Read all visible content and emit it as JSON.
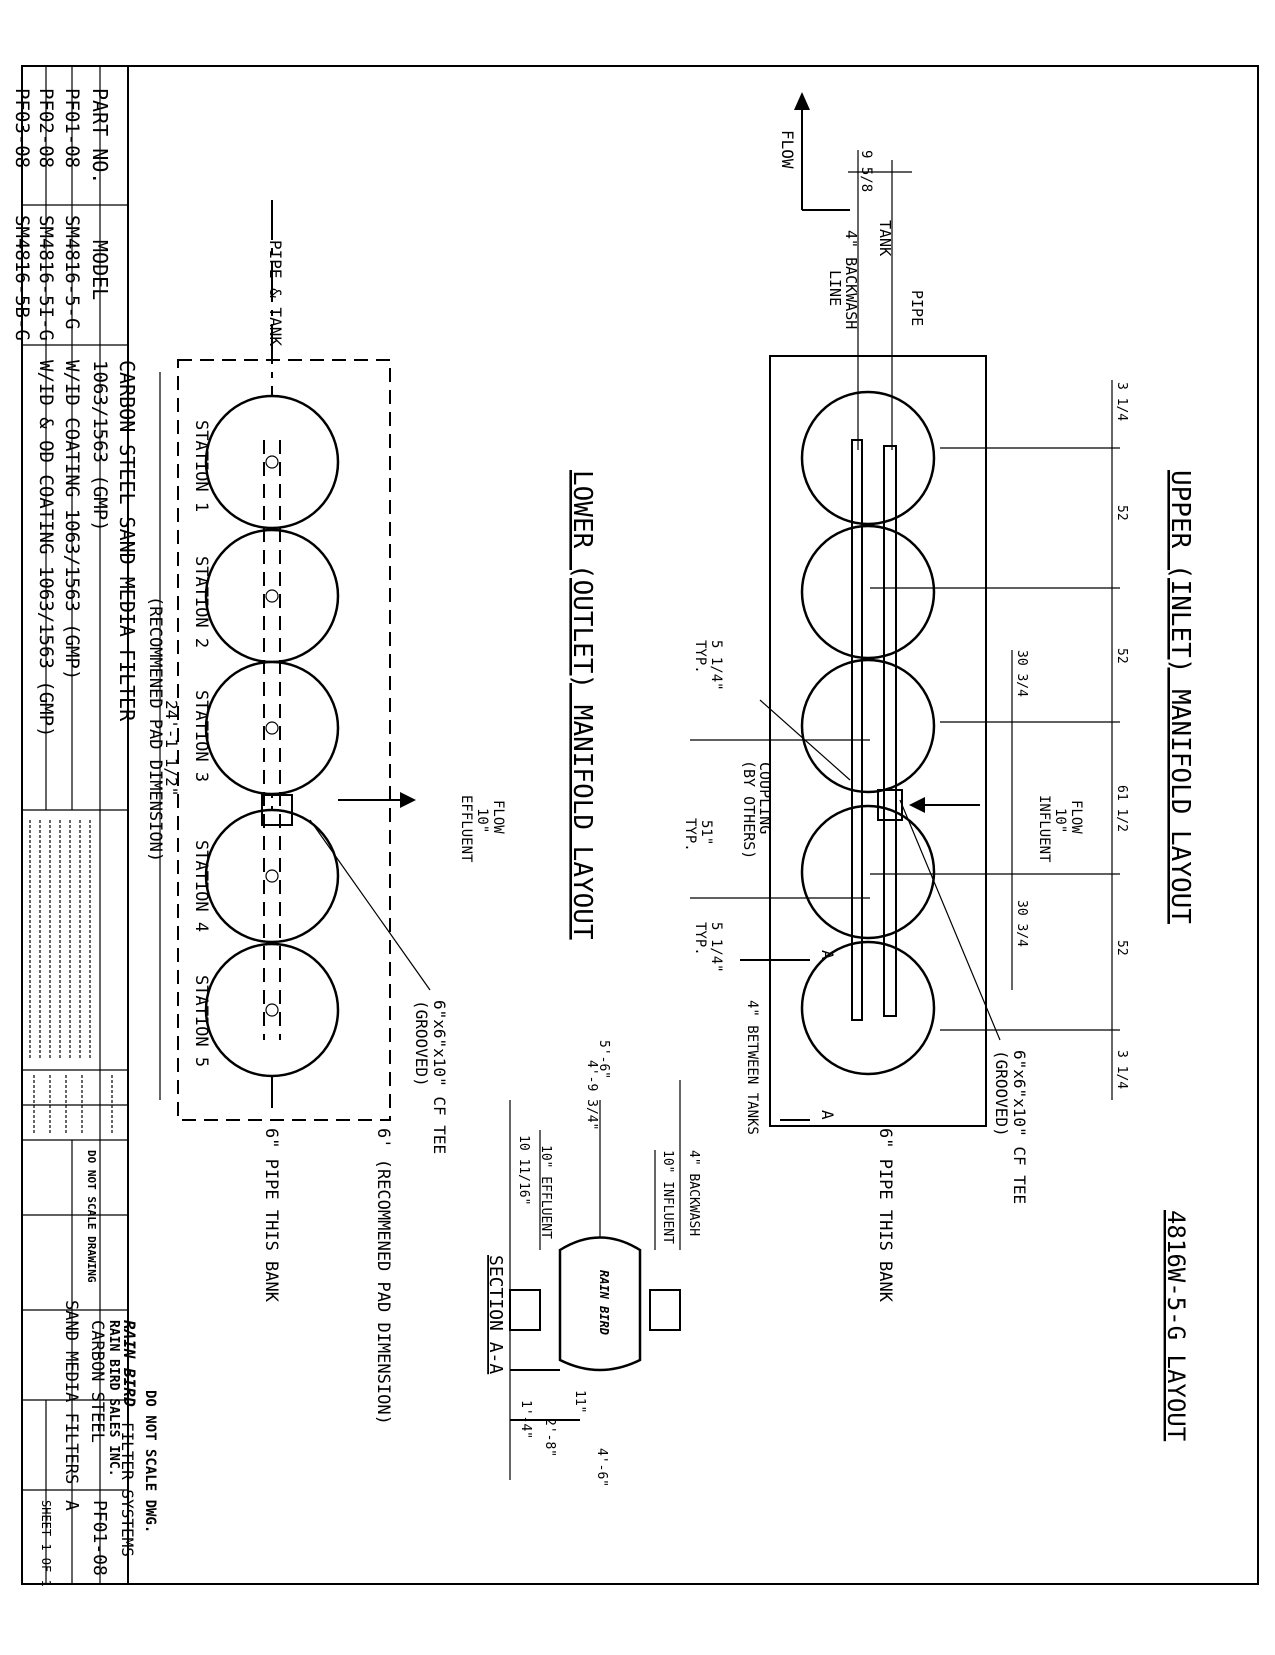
{
  "drawing": {
    "layout_title": "4816W-5-G LAYOUT",
    "upper_title": "UPPER (INLET) MANIFOLD LAYOUT",
    "lower_title": "LOWER (OUTLET) MANIFOLD LAYOUT",
    "section_title": "SECTION A-A"
  },
  "upper": {
    "dims": [
      "3 1/4",
      "52",
      "52",
      "61 1/2",
      "52",
      "3 1/4"
    ],
    "dims_inner": [
      "30 3/4",
      "30 3/4"
    ],
    "flow_label": "FLOW",
    "flow_top": "FLOW",
    "flow_size": "10\"",
    "influent": "INFLUENT",
    "pipe_cl": "PIPE",
    "tank_cl": "TANK",
    "nine_five_eight": "9 5/8",
    "backwash": "4\" BACKWASH",
    "backwash_line": "LINE",
    "tee_label": "6\"x6\"x10\" CF TEE",
    "tee_grooved": "(GROOVED)",
    "pipe_bank": "6\" PIPE THIS BANK",
    "coupling": "COUPLING",
    "coupling_by": "(BY OTHERS)",
    "typ_1": "5 1/4\"",
    "typ_1b": "TYP.",
    "typ_2": "51\"",
    "typ_2b": "TYP.",
    "typ_3": "5 1/4\"",
    "typ_3b": "TYP.",
    "between": "4\" BETWEEN TANKS",
    "section_mark": "A"
  },
  "lower": {
    "stations": [
      "STATION 1",
      "STATION 2",
      "STATION 3",
      "STATION 4",
      "STATION 5"
    ],
    "length": "24'-1 1/2\"",
    "pad": "(RECOMMENED PAD DIMENSION)",
    "pad_side": "6' (RECOMMENED PAD DIMENSION)",
    "pipe_tank": "PIPE & TANK",
    "flow": "FLOW",
    "flow_size": "10\"",
    "effluent": "EFFLUENT",
    "tee_label": "6\"x6\"x10\" CF TEE",
    "tee_grooved": "(GROOVED)",
    "pipe_bank": "6\" PIPE THIS BANK"
  },
  "section": {
    "dims": [
      "5'-6\"",
      "4'-9 3/4\"",
      "10 11/16\""
    ],
    "backwash": "4\" BACKWASH",
    "influent": "10\" INFLUENT",
    "effluent": "10\" EFFLUENT",
    "right_dims": [
      "11\"",
      "1'-4\"",
      "2'-8\"",
      "4'-6\""
    ],
    "brand": "RAIN BIRD"
  },
  "parts": {
    "headers": [
      "PART NO.",
      "MODEL",
      "CARBON STEEL SAND MEDIA FILTER"
    ],
    "rows": [
      [
        "PF01-08",
        "SM4816-5-G",
        "1063/1563 (GMP)"
      ],
      [
        "PF02-08",
        "SM4816-5I-G",
        "W/ID COATING 1063/1563 (GMP)"
      ],
      [
        "PF03-08",
        "SM4816-5B-G",
        "W/ID & OD COATING 1063/1563 (GMP)"
      ]
    ]
  },
  "titleblock": {
    "company": "RAIN BIRD",
    "division": "RAIN BIRD SALES INC.",
    "product_line": "FILTER SYSTEMS",
    "title_1": "CARBON STEEL",
    "title_2": "SAND MEDIA FILTERS",
    "part_no": "PF01-08",
    "rev": "A",
    "sheet": "SHEET 1 OF 1",
    "do_not_scale": "DO NOT SCALE DWG.",
    "do_not_scale_2": "DO NOT SCALE DRAWING"
  }
}
